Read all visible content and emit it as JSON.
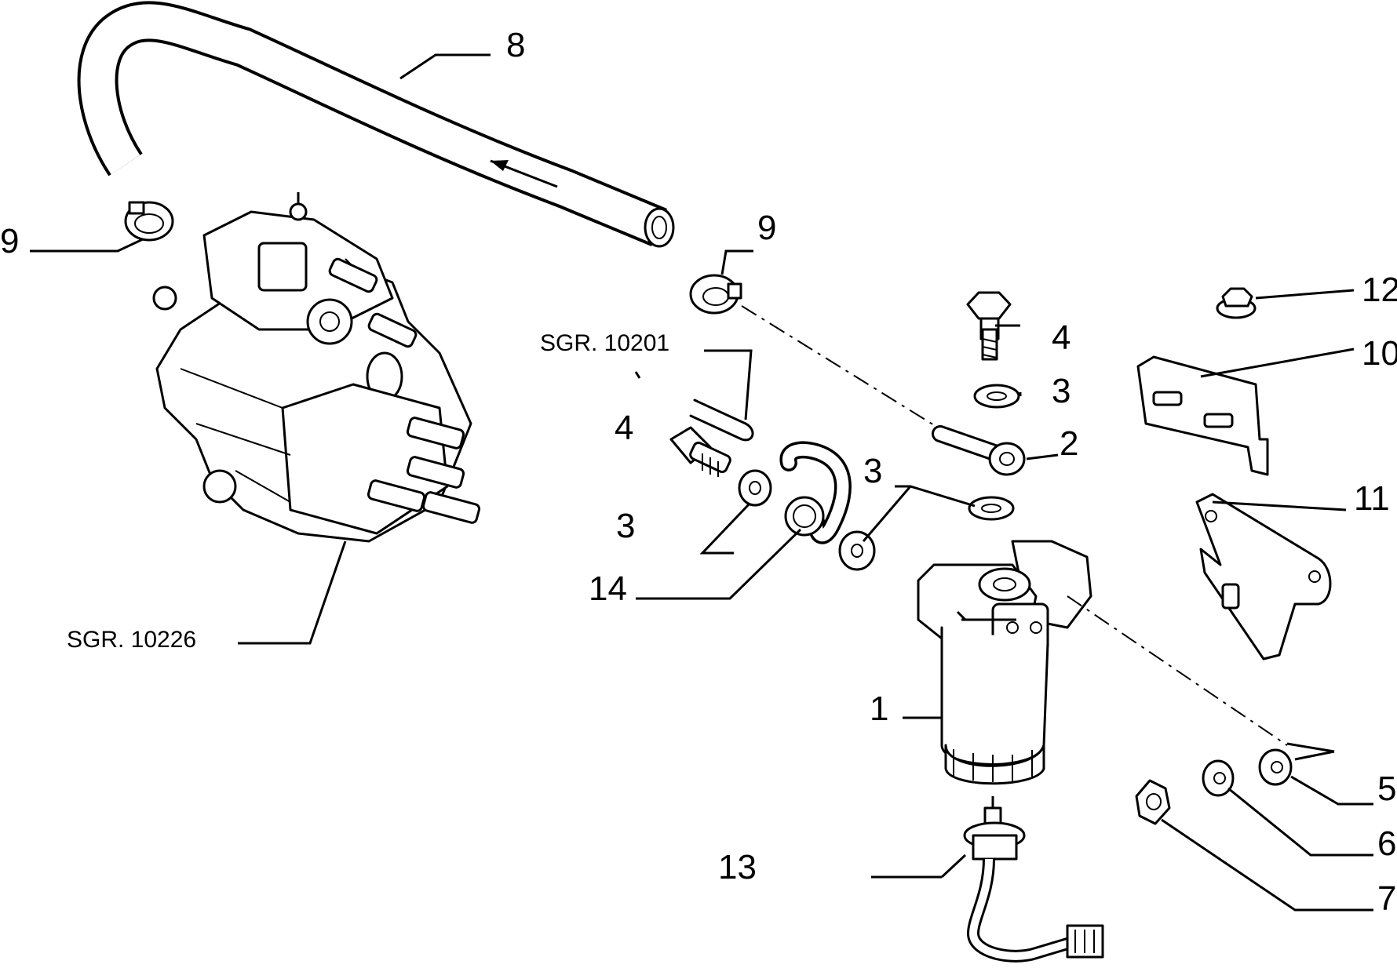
{
  "diagram": {
    "callouts": [
      {
        "id": "1",
        "text": "1"
      },
      {
        "id": "2",
        "text": "2"
      },
      {
        "id": "3a",
        "text": "3"
      },
      {
        "id": "3b",
        "text": "3"
      },
      {
        "id": "3c",
        "text": "3"
      },
      {
        "id": "4a",
        "text": "4"
      },
      {
        "id": "4b",
        "text": "4"
      },
      {
        "id": "5",
        "text": "5"
      },
      {
        "id": "6",
        "text": "6"
      },
      {
        "id": "7",
        "text": "7"
      },
      {
        "id": "8",
        "text": "8"
      },
      {
        "id": "9a",
        "text": "9"
      },
      {
        "id": "9b",
        "text": "9"
      },
      {
        "id": "10",
        "text": "10"
      },
      {
        "id": "11",
        "text": "11"
      },
      {
        "id": "12",
        "text": "12"
      },
      {
        "id": "13",
        "text": "13"
      },
      {
        "id": "14",
        "text": "14"
      }
    ],
    "references": [
      {
        "id": "sgr-10201",
        "text": "SGR. 10201"
      },
      {
        "id": "sgr-10226",
        "text": "SGR. 10226"
      }
    ]
  }
}
